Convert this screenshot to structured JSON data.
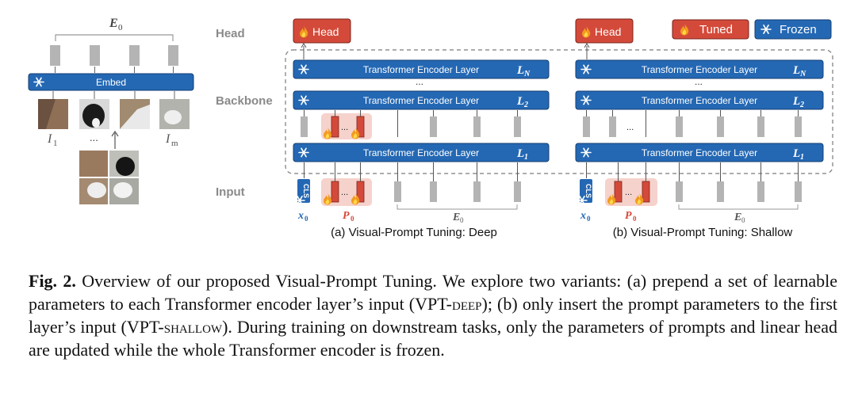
{
  "figure": {
    "left_panel": {
      "top_label": "E",
      "top_label_sub": "0",
      "embed_label": "Embed",
      "patch_label_first": "I",
      "patch_label_first_sub": "1",
      "patch_label_last": "I",
      "patch_label_last_sub": "m",
      "ellipsis": "..."
    },
    "row_labels": {
      "head": "Head",
      "backbone": "Backbone",
      "input": "Input"
    },
    "head_label": "Head",
    "layer_label": "Transformer Encoder Layer",
    "layer_names": {
      "top": "L",
      "top_sub": "N",
      "second": "L",
      "second_sub": "2",
      "first": "L",
      "first_sub": "1"
    },
    "vertical_dots": "...",
    "dots": "...",
    "cls_label": "CLS",
    "x0_label": "x",
    "x0_sub": "0",
    "p0_label": "P",
    "p0_sub": "0",
    "e0_label": "E",
    "e0_sub": "0",
    "legend": {
      "tuned": "Tuned",
      "frozen": "Frozen"
    },
    "panel_a_caption": "(a) Visual-Prompt Tuning:  Deep",
    "panel_b_caption": "(b) Visual-Prompt Tuning:  Shallow",
    "colors": {
      "blue": "#2468b4",
      "red": "#d44a3a",
      "prompt_bg": "#f6d2cc",
      "gray": "#b4b4b4",
      "label_gray": "#8a8a8a"
    },
    "icons": [
      "snowflake-icon",
      "flame-icon"
    ]
  },
  "caption": {
    "fig_label": "Fig. 2.",
    "text_1": " Overview of our proposed Visual-Prompt Tuning. We explore two variants: (a) prepend a set of learnable parameters to each Transformer encoder layer’s input (VPT-",
    "deep": "deep",
    "text_2": "); (b) only insert the prompt parameters to the first layer’s input (VPT-",
    "shallow": "shallow",
    "text_3": "). During training on downstream tasks, only the parameters of prompts and linear head are updated while the whole Transformer encoder is frozen."
  }
}
